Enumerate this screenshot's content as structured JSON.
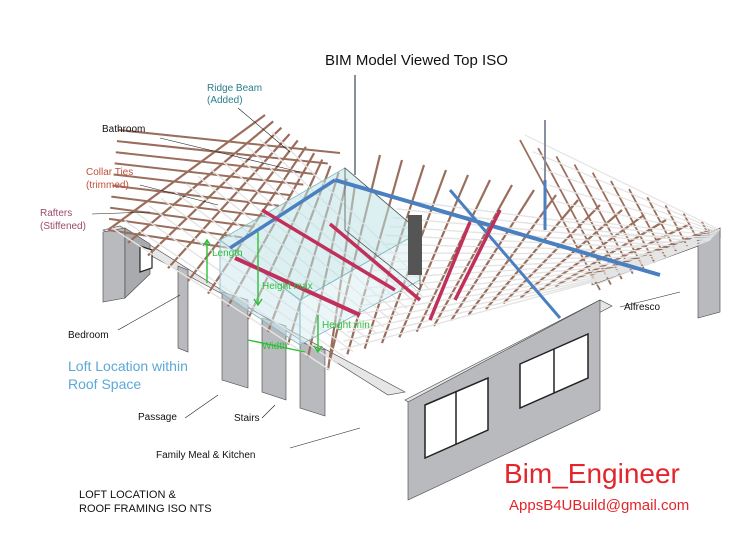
{
  "diagram": {
    "title": "BIM Model  Viewed Top ISO",
    "labels": {
      "ridge_beam": "Ridge Beam",
      "ridge_beam_note": "(Added)",
      "bathroom": "Bathroom",
      "collar_ties": "Collar Ties",
      "collar_ties_note": "(trimmed)",
      "rafters": "Rafters",
      "rafters_note": "(Stiffened)",
      "bedroom": "Bedroom",
      "loft_line1": "Loft Location within",
      "loft_line2": "Roof Space",
      "passage": "Passage",
      "stairs": "Stairs",
      "family": "Family Meal & Kitchen",
      "alfresco": "Alfresco"
    },
    "dimensions": {
      "length": "Length",
      "height_max": "Height max",
      "height_min": "Height min",
      "width": "Width"
    },
    "footer_line1": "LOFT LOCATION   &",
    "footer_line2": "ROOF FRAMING ISO NTS",
    "brand": "Bim_Engineer",
    "email": "AppsB4UBuild@gmail.com"
  },
  "colors": {
    "wall_face": "#b9babd",
    "wall_top": "#e6e6e6",
    "rafter": "#9a6e5c",
    "batten": "#e4e4e4",
    "ridge_beam": "#4a7fc0",
    "collar_tie": "#c0305a",
    "loft_glass": "#bfe3e8",
    "dimension": "#2fbf3a",
    "brand": "#e3262b"
  }
}
